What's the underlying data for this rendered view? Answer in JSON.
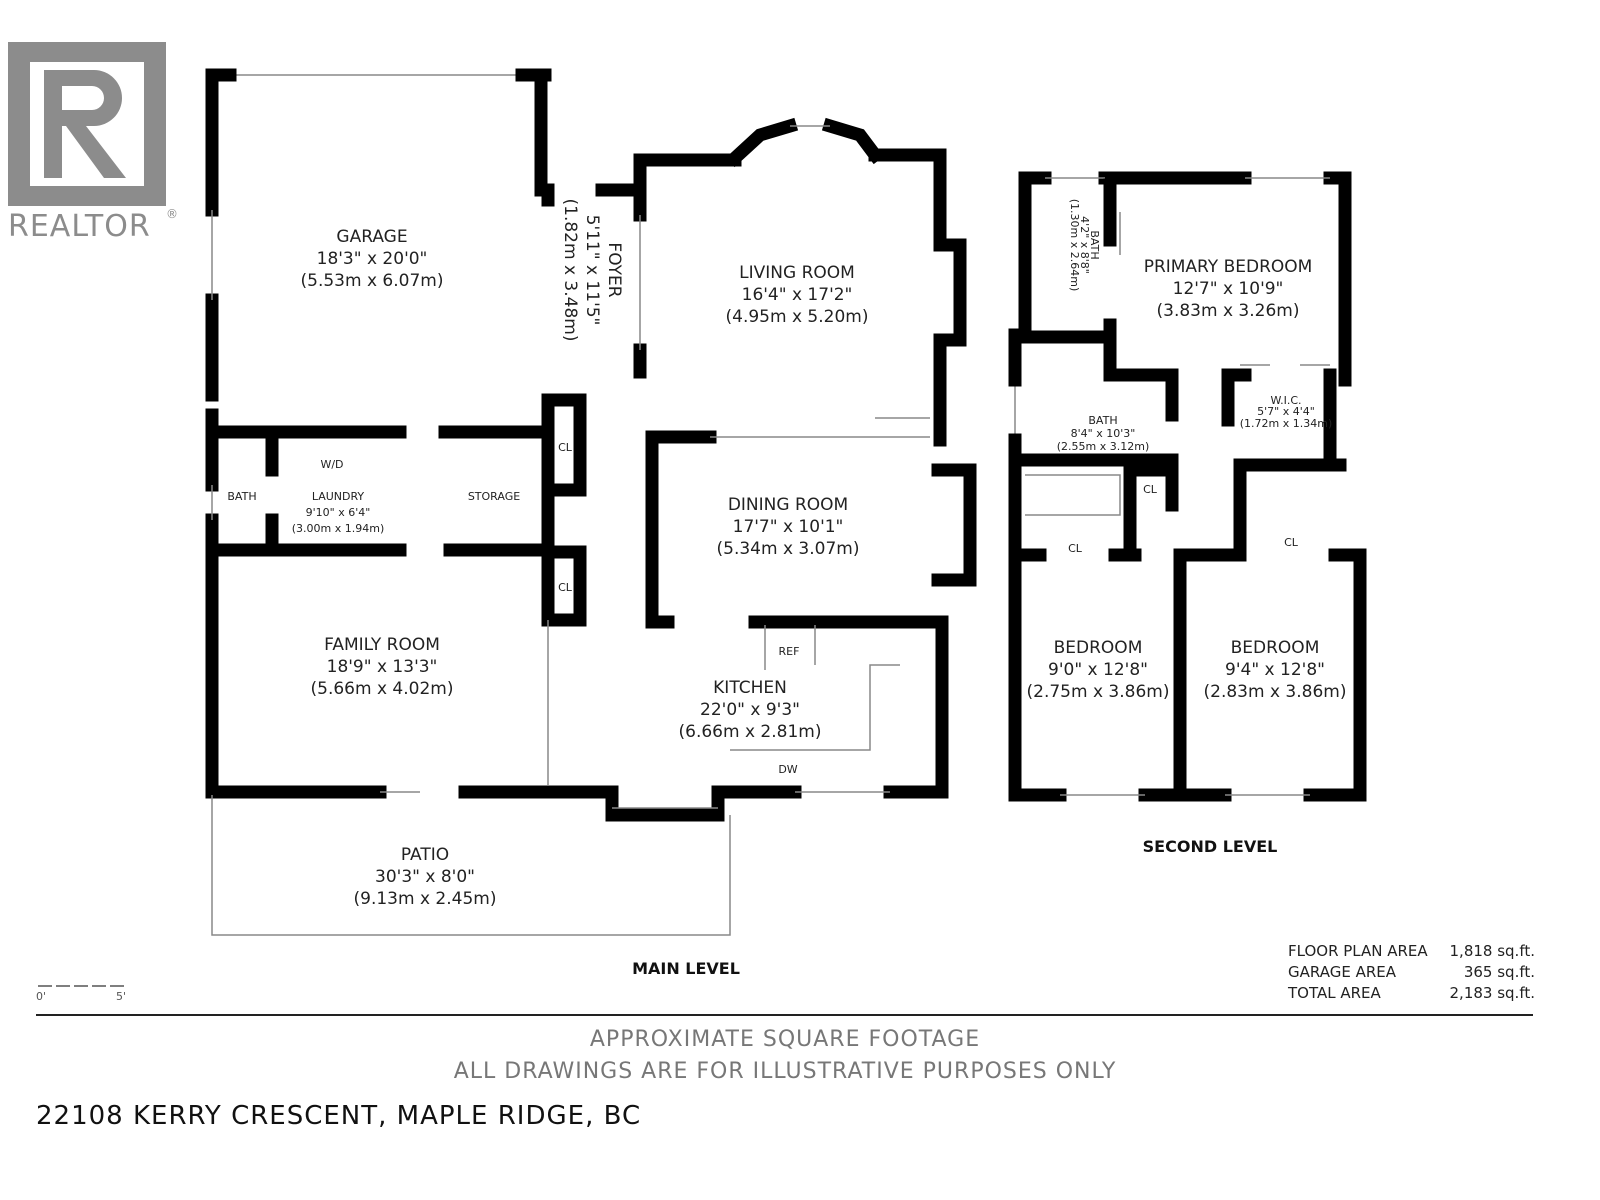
{
  "logo": {
    "text": "REALTOR®",
    "icon": "realtor-r-logo",
    "color": "#8c8c8c"
  },
  "main_level": {
    "label": "MAIN LEVEL",
    "rooms": [
      {
        "name": "GARAGE",
        "imperial": "18'3\" x 20'0\"",
        "metric": "(5.53m x 6.07m)"
      },
      {
        "name": "FOYER",
        "imperial": "5'11\" x 11'5\"",
        "metric": "(1.82m x 3.48m)"
      },
      {
        "name": "LIVING ROOM",
        "imperial": "16'4\" x 17'2\"",
        "metric": "(4.95m x 5.20m)"
      },
      {
        "name": "DINING ROOM",
        "imperial": "17'7\" x 10'1\"",
        "metric": "(5.34m x 3.07m)"
      },
      {
        "name": "LAUNDRY",
        "imperial": "9'10\" x 6'4\"",
        "metric": "(3.00m x 1.94m)"
      },
      {
        "name": "FAMILY ROOM",
        "imperial": "18'9\" x 13'3\"",
        "metric": "(5.66m x 4.02m)"
      },
      {
        "name": "KITCHEN",
        "imperial": "22'0\" x 9'3\"",
        "metric": "(6.66m x 2.81m)"
      },
      {
        "name": "PATIO",
        "imperial": "30'3\" x 8'0\"",
        "metric": "(9.13m x 2.45m)"
      }
    ],
    "labels": {
      "bath": "BATH",
      "storage": "STORAGE",
      "wd": "W/D",
      "cl1": "CL",
      "cl2": "CL",
      "ref": "REF",
      "dw": "DW"
    }
  },
  "second_level": {
    "label": "SECOND LEVEL",
    "rooms": [
      {
        "name": "PRIMARY BEDROOM",
        "imperial": "12'7\" x 10'9\"",
        "metric": "(3.83m x 3.26m)"
      },
      {
        "name": "BATH",
        "imperial": "4'2\" x 8'8\"",
        "metric": "(1.30m x 2.64m)"
      },
      {
        "name": "BATH",
        "imperial": "8'4\" x 10'3\"",
        "metric": "(2.55m x 3.12m)"
      },
      {
        "name": "W.I.C.",
        "imperial": "5'7\" x 4'4\"",
        "metric": "(1.72m x 1.34m)"
      },
      {
        "name": "BEDROOM",
        "imperial": "9'0\" x 12'8\"",
        "metric": "(2.75m x 3.86m)"
      },
      {
        "name": "BEDROOM",
        "imperial": "9'4\" x 12'8\"",
        "metric": "(2.83m x 3.86m)"
      }
    ],
    "labels": {
      "cl1": "CL",
      "cl2": "CL",
      "cl3": "CL"
    }
  },
  "areas": [
    {
      "label": "FLOOR PLAN AREA",
      "value": "1,818 sq.ft."
    },
    {
      "label": "GARAGE AREA",
      "value": "365 sq.ft."
    },
    {
      "label": "TOTAL AREA",
      "value": "2,183 sq.ft."
    }
  ],
  "scale": {
    "start": "0'",
    "end": "5'"
  },
  "footer": {
    "line1": "APPROXIMATE SQUARE FOOTAGE",
    "line2": "ALL DRAWINGS ARE FOR ILLUSTRATIVE PURPOSES ONLY"
  },
  "address": "22108 KERRY CRESCENT, MAPLE RIDGE, BC"
}
